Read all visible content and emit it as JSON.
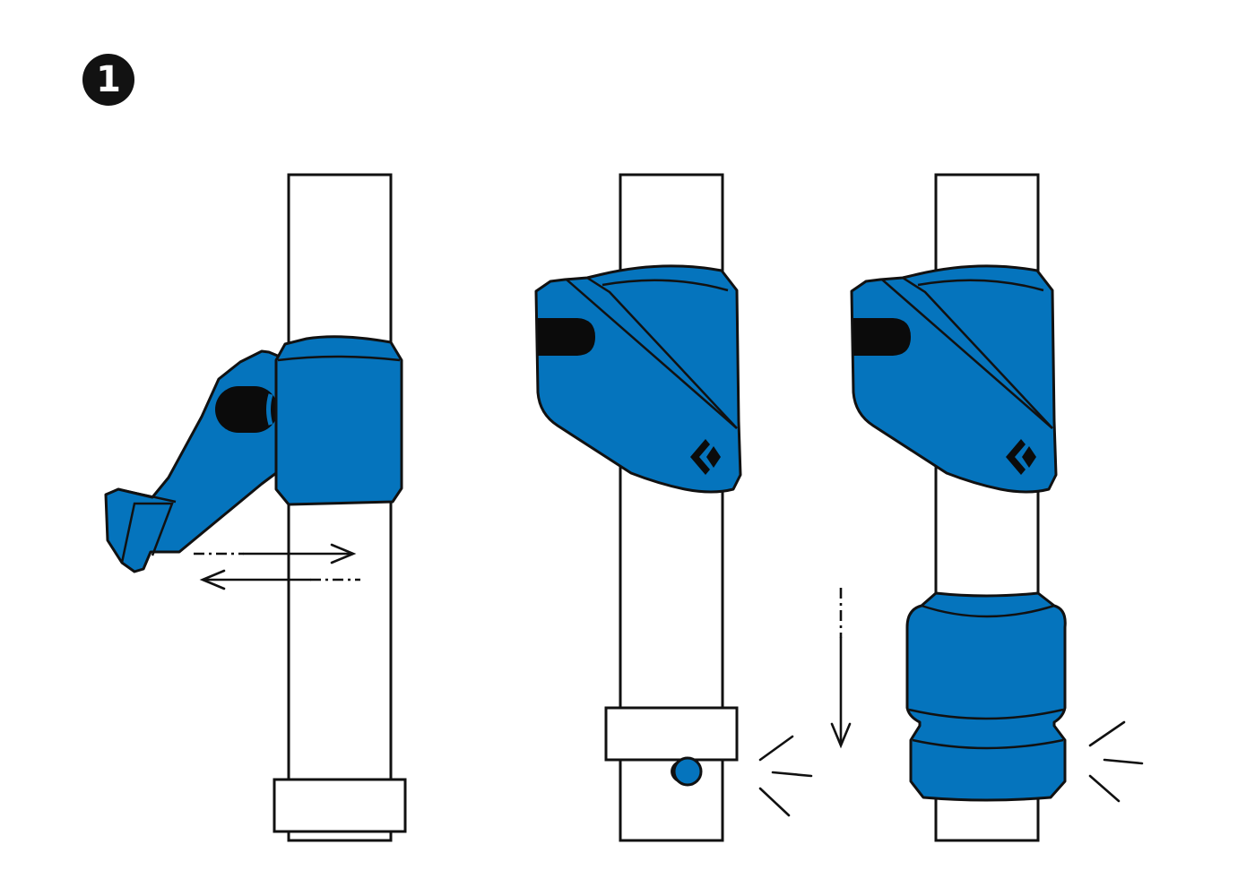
{
  "step": {
    "number": "1"
  },
  "colors": {
    "lock_blue": "#0574bd",
    "outline": "#111111",
    "slot_black": "#0b0b0b",
    "tube": "#ffffff",
    "badge": "#121212"
  },
  "figures": [
    {
      "id": "lever-open",
      "icons": [
        "pole-section-icon",
        "flick-lock-open-icon",
        "slide-arrows-icon"
      ]
    },
    {
      "id": "lever-closed-button-pop",
      "icons": [
        "pole-section-icon",
        "flick-lock-closed-icon",
        "push-button-icon",
        "click-lines-icon"
      ]
    },
    {
      "id": "lever-closed-collar-seat",
      "icons": [
        "pole-section-icon",
        "flick-lock-closed-icon",
        "down-arrow-icon",
        "collar-icon",
        "click-lines-icon"
      ]
    }
  ]
}
